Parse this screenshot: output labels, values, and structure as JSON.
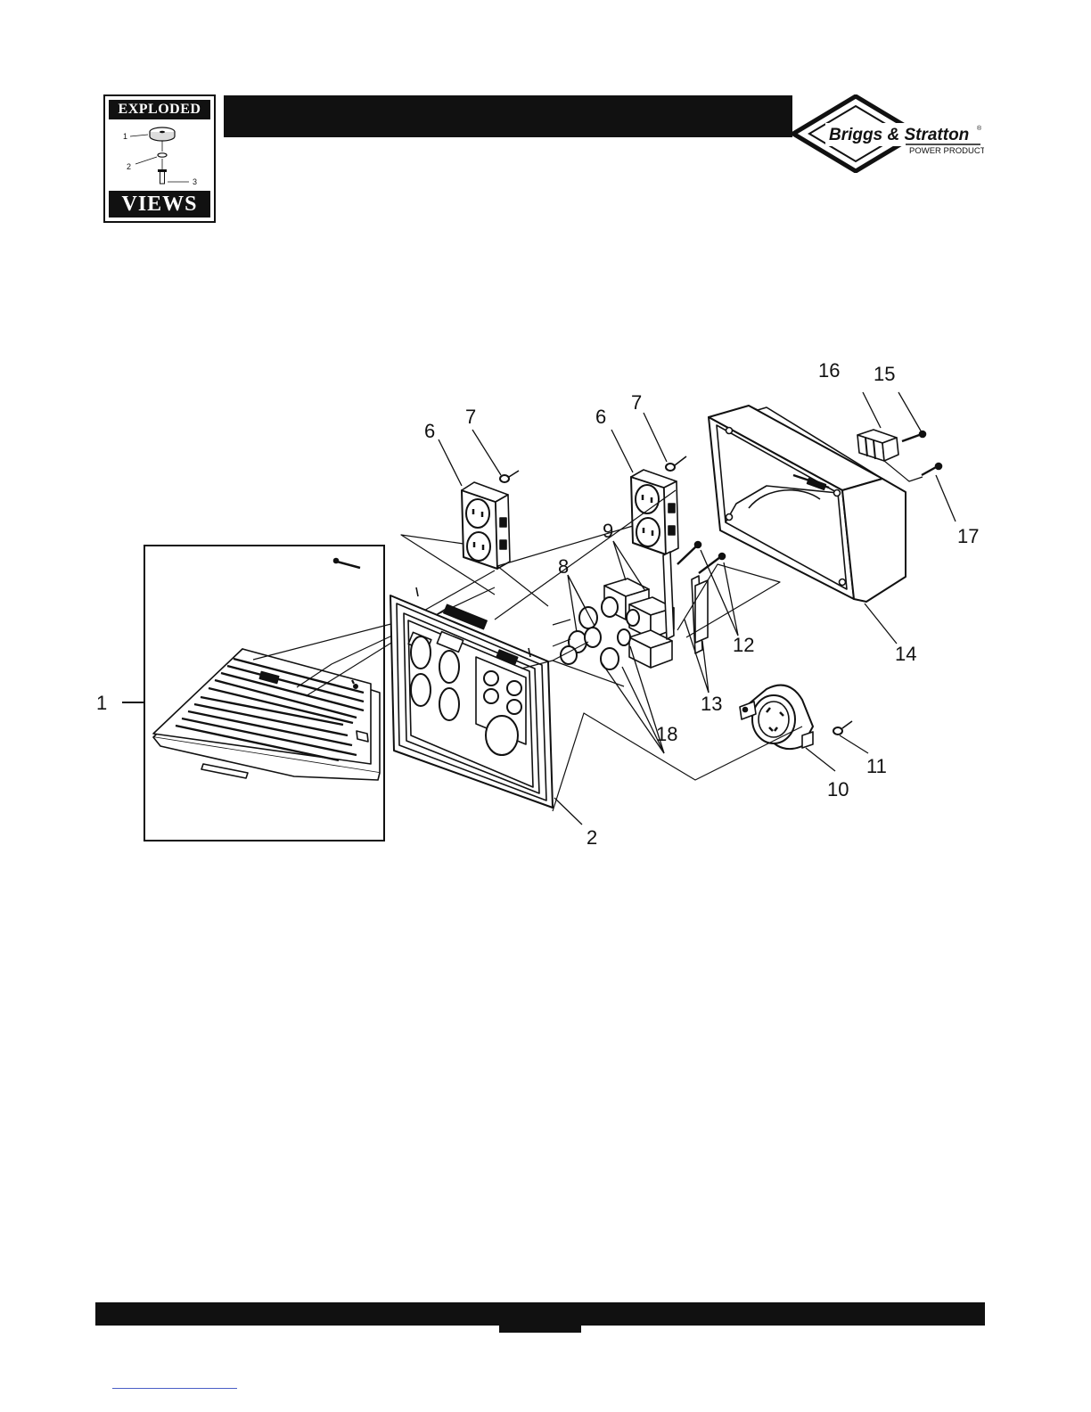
{
  "badge": {
    "top_word": "EXPLODED",
    "bottom_word": "VIEWS",
    "sample_labels": [
      "1",
      "2",
      "3"
    ]
  },
  "brand": {
    "name": "Briggs & Stratton",
    "mark": "®",
    "tagline": "POWER PRODUCTS"
  },
  "diagram": {
    "callouts": [
      "1",
      "2",
      "6",
      "7",
      "6",
      "7",
      "8",
      "9",
      "10",
      "11",
      "12",
      "13",
      "14",
      "15",
      "16",
      "17",
      "18"
    ]
  },
  "colors": {
    "ink": "#111111",
    "paper": "#ffffff",
    "link": "#4a5fc6"
  }
}
